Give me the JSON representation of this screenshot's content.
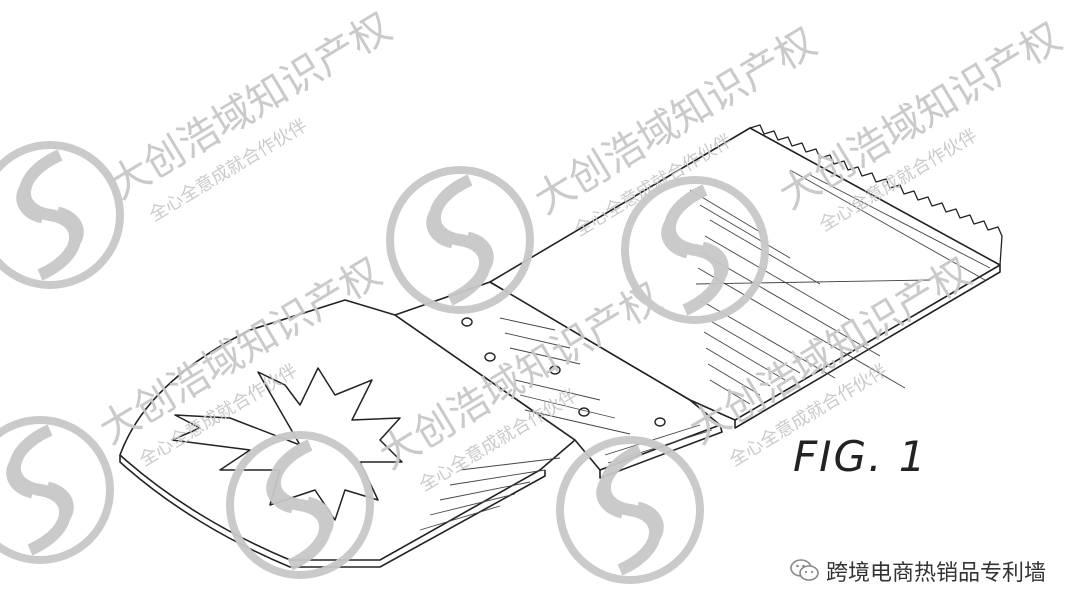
{
  "figure": {
    "label": "FIG. 1",
    "ink_color": "#222222"
  },
  "watermark": {
    "firm_name": "大创浩域知识产权",
    "slogan": "全心全意成就合作伙伴",
    "logo": "ds-circle-logo",
    "color": "#c8c8c8"
  },
  "source": {
    "icon": "wechat-icon",
    "account_name": "跨境电商热销品专利墙"
  }
}
